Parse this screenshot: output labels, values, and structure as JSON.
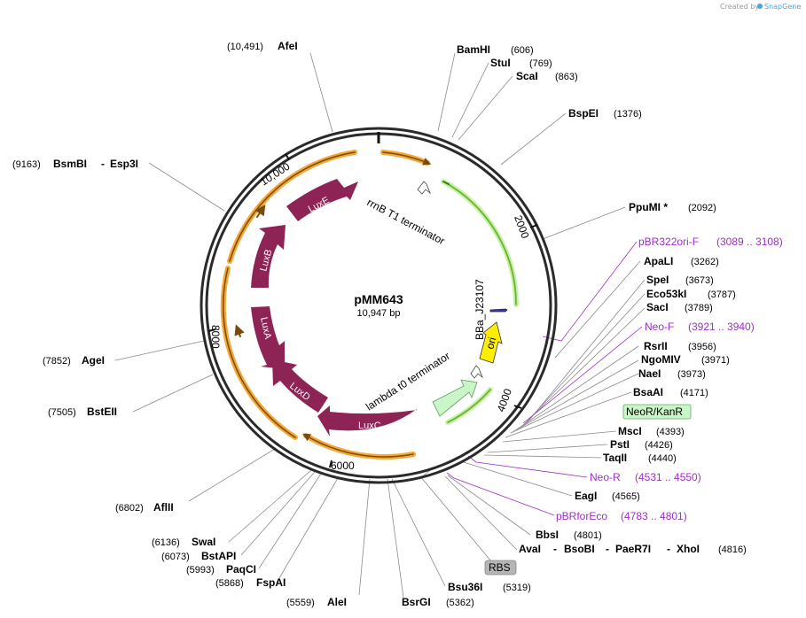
{
  "credit": {
    "prefix": "Created by",
    "brand": "SnapGene"
  },
  "plasmid": {
    "name": "pMM643",
    "size_label": "10,947 bp",
    "length": 10947
  },
  "ticks": [
    "2000",
    "4000",
    "6000",
    "8000",
    "10,000"
  ],
  "features": {
    "luxE": "LuxE",
    "luxB": "LuxB",
    "luxA": "LuxA",
    "luxD": "LuxD",
    "luxC": "LuxC",
    "ori": "ori",
    "rrnb": "rrnB T1 terminator",
    "lambda": "lambda t0 terminator",
    "bba": "BBa_J23107",
    "neo": "NeoR/KanR",
    "rbs": "RBS"
  },
  "enzymes": [
    {
      "name": "AfeI",
      "pos": "(10,491)"
    },
    {
      "name": "BamHI",
      "pos": "(606)"
    },
    {
      "name": "StuI",
      "pos": "(769)"
    },
    {
      "name": "ScaI",
      "pos": "(863)"
    },
    {
      "name": "BspEI",
      "pos": "(1376)"
    },
    {
      "name": "PpuMI *",
      "pos": "(2092)"
    },
    {
      "name": "BsmBI",
      "pos": "(9163)"
    },
    {
      "name": "Esp3I",
      "pos": ""
    },
    {
      "name": "ApaLI",
      "pos": "(3262)"
    },
    {
      "name": "SpeI",
      "pos": "(3673)"
    },
    {
      "name": "Eco53kI",
      "pos": "(3787)"
    },
    {
      "name": "SacI",
      "pos": "(3789)"
    },
    {
      "name": "RsrII",
      "pos": "(3956)"
    },
    {
      "name": "NgoMIV",
      "pos": "(3971)"
    },
    {
      "name": "NaeI",
      "pos": "(3973)"
    },
    {
      "name": "BsaAI",
      "pos": "(4171)"
    },
    {
      "name": "AgeI",
      "pos": "(7852)"
    },
    {
      "name": "BstEII",
      "pos": "(7505)"
    },
    {
      "name": "MscI",
      "pos": "(4393)"
    },
    {
      "name": "PstI",
      "pos": "(4426)"
    },
    {
      "name": "TaqII",
      "pos": "(4440)"
    },
    {
      "name": "EagI",
      "pos": "(4565)"
    },
    {
      "name": "AflII",
      "pos": "(6802)"
    },
    {
      "name": "BbsI",
      "pos": "(4801)"
    },
    {
      "name": "AvaI",
      "pos": ""
    },
    {
      "name": "BsoBI",
      "pos": ""
    },
    {
      "name": "PaeR7I",
      "pos": ""
    },
    {
      "name": "XhoI",
      "pos": "(4816)"
    },
    {
      "name": "SwaI",
      "pos": "(6136)"
    },
    {
      "name": "BstAPI",
      "pos": "(6073)"
    },
    {
      "name": "PaqCI",
      "pos": "(5993)"
    },
    {
      "name": "FspAI",
      "pos": "(5868)"
    },
    {
      "name": "Bsu36I",
      "pos": "(5319)"
    },
    {
      "name": "AleI",
      "pos": "(5559)"
    },
    {
      "name": "BsrGI",
      "pos": "(5362)"
    }
  ],
  "primers": [
    {
      "name": "pBR322ori-F",
      "range": "(3089 .. 3108)"
    },
    {
      "name": "Neo-F",
      "range": "(3921 .. 3940)"
    },
    {
      "name": "Neo-R",
      "range": "(4531 .. 4550)"
    },
    {
      "name": "pBRforEco",
      "range": "(4783 .. 4801)"
    }
  ],
  "colors": {
    "backbone": "#2a2a2a",
    "lux": "#8e2356",
    "ori": "#ffee00",
    "neo": "#c9f5c9",
    "orange_feature": "#f4a733",
    "green_feature": "#6ab42e",
    "primer": "#9b2fc7",
    "rbs": "#b5b5b5"
  }
}
